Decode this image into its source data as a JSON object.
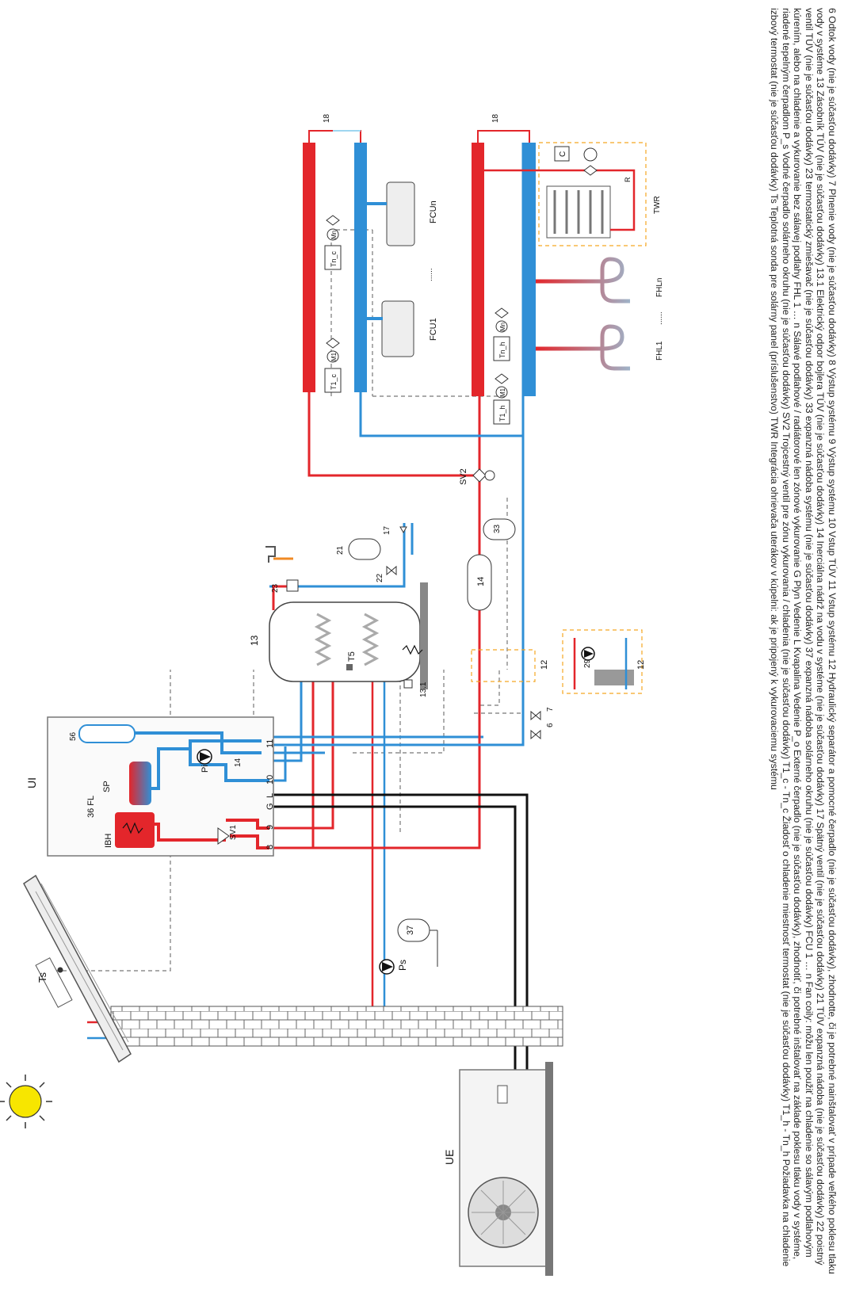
{
  "legend_text": "6 Odtok vody (nie je súčasťou dodávky) 7 Plnenie vody (nie je súčasťou dodávky) 8 Výstup systému 9 Výstup systému 10 Vstup TÚV 11 Vstup systému 12 Hydraulický separátor a pomocné čerpadlo (nie je súčasťou dodávky), zhodnotte, či je potrebné nainštalovať v prípade veľkého poklesu tlaku vody v systéme 13 Zásobník TÚV (nie je súčasťou dodávky) 13.1 Elektrický odpor bojlera TÚV (nie je súčasťou dodávky) 14 Inerciálna nádrž na vodu v systéme (nie je súčasťou dodávky) 17 Spätný ventil (nie je súčasťou dodávky) 21 TÚV expanzná nádoba (nie je súčasťou dodávky) 22 poistný ventil TÚV (nie je súčasťou dodávky) 23 termostatický zmiešavač (nie je súčasťou dodávky) 33 expanzná nádoba systému (nie je súčasťou dodávky) 37 expanzná nádoba solárneho okruhu (nie je súčasťou dodávky) FCU 1 … n Fan coily: môžu len použiť na chladenie so sálavým podlahovým kúrením, alebo na chladenie a vykurovanie bez sálavej podlahy FHL 1 … n Sálavé podlahové / radiátorové len zónové vykurovanie G Plyn Vedenie L Kvapalina Vedenie P_o Externé čerpadlo (nie je súčasťou dodávky), zhodnotiť, či potrebné inštalovať na základe poklesu tlaku vody v systéme, riadené tepelným čerpadlom P_s Vodné čerpadlo solárneho okruhu (nie je súčasťou dodávky) SV2 Trojcestný ventil pre zónu vykurovania / chladenia (nie je súčasťou dodávky) T1_c - Tn_c Žiadosť o chladenie miestnosť termostat (nie je súčasťou dodávky) T1_h - Tn_h Požiadavka na chladenie izbový termostat (nie je súčasťou dodávky) Ts Teplotná sonda pre solárny panel (príslušenstvo) TWR Integrácia ohrievača uterákov v kúpelni: ak je pripojený k vykurovaciemu systému",
  "labels": {
    "ue": "UE",
    "ui": "UI",
    "ts": "Ts",
    "ps": "Ps",
    "tank37": "37",
    "tank21": "21",
    "tank33": "33",
    "tank14": "14",
    "dhw13": "13",
    "heater13_1": "13.1",
    "t5": "T5",
    "v17": "17",
    "v22": "22",
    "v23": "23",
    "v6": "6",
    "v7": "7",
    "sep12a": "12",
    "sep12b": "12",
    "pump29": "29",
    "sv2": "SV2",
    "sv1": "SV1",
    "ibh": "IBH",
    "fl": "36 FL",
    "sp": "SP",
    "pi": "Pi",
    "n14": "14",
    "n56": "56",
    "port8": "8",
    "port9": "9",
    "portG": "G",
    "portL": "L",
    "port10": "10",
    "port11": "11",
    "air18a": "18",
    "air18b": "18",
    "m1c": "M1",
    "mnc": "Mn",
    "m1h": "M1",
    "mnh": "Mn",
    "t1c": "T1_c",
    "tnc": "Tn_c",
    "t1h": "T1_h",
    "tnh": "Tn_h",
    "fcu1": "FCU1",
    "fcun": "FCUn",
    "fcu_dots": "......",
    "fhl1": "FHL1",
    "fhln": "FHLn",
    "fhl_dots": "......",
    "twr": "TWR",
    "twr_c": "C",
    "twr_r": "R"
  },
  "colors": {
    "hot": "#e3262b",
    "cold": "#2f8fd6",
    "dash": "#777777",
    "frame": "#f5a623",
    "sun": "#f7e600",
    "wall": "#555555"
  }
}
